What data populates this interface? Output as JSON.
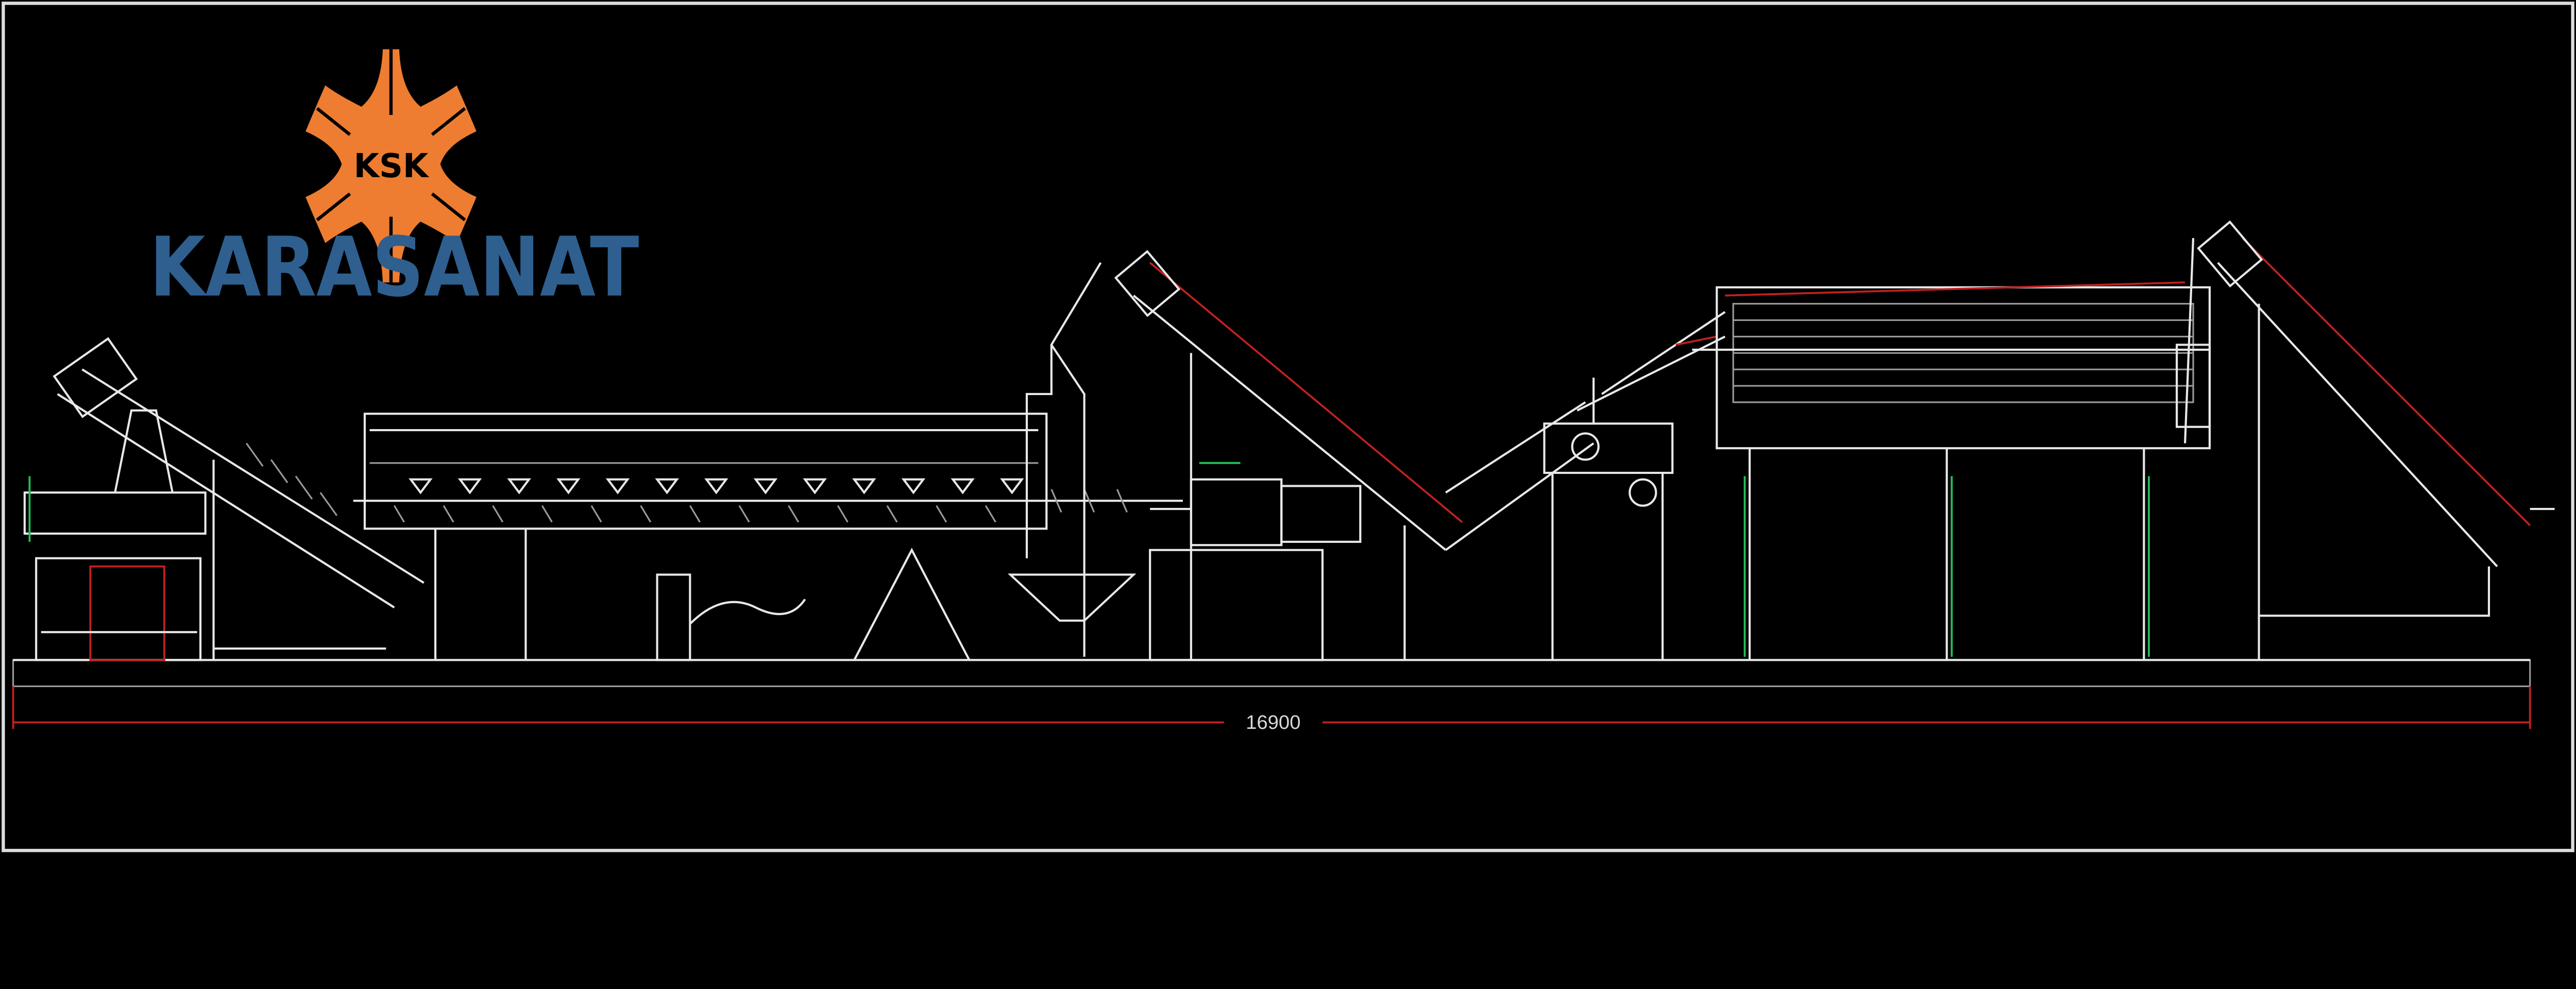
{
  "logo": {
    "monogram": "KSK",
    "wordmark": "KARASANAT",
    "emblem_color": "#ee7d31",
    "wordmark_color": "#2e5f8e"
  },
  "drawing": {
    "background": "#000000",
    "line_color": "#e8e8e8",
    "dimension_color": "#c02020",
    "overall_length_dimension": "16900"
  }
}
